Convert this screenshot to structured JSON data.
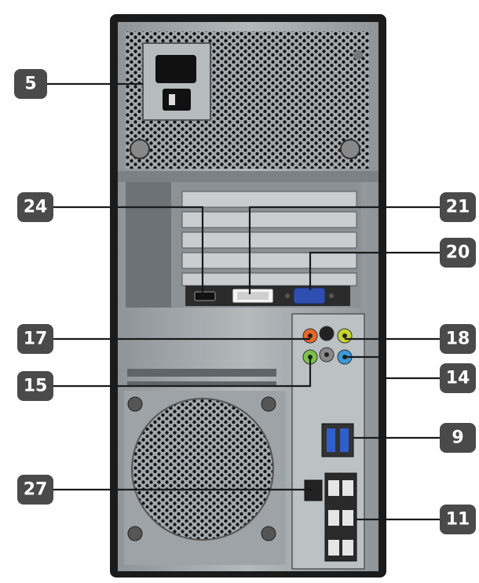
{
  "callouts": [
    {
      "id": "psu",
      "label": "5"
    },
    {
      "id": "slot",
      "label": "24"
    },
    {
      "id": "dvi",
      "label": "21"
    },
    {
      "id": "vga",
      "label": "20"
    },
    {
      "id": "audio-orange",
      "label": "17"
    },
    {
      "id": "audio-yellowgreen",
      "label": "18"
    },
    {
      "id": "audio-blue",
      "label": "14"
    },
    {
      "id": "audio-green",
      "label": "15"
    },
    {
      "id": "usb3",
      "label": "9"
    },
    {
      "id": "ethernet",
      "label": "27"
    },
    {
      "id": "usb2",
      "label": "11"
    }
  ],
  "colors": {
    "badge": "#4a4a4a",
    "chassis": "#9aa0a4",
    "frame": "#1b1b1b",
    "vga": "#2f4fb0",
    "audio_orange": "#e8672a",
    "audio_green": "#7dc24b",
    "audio_blue": "#3b9ad8",
    "audio_yellowgreen": "#c8d430",
    "audio_black": "#222222"
  }
}
